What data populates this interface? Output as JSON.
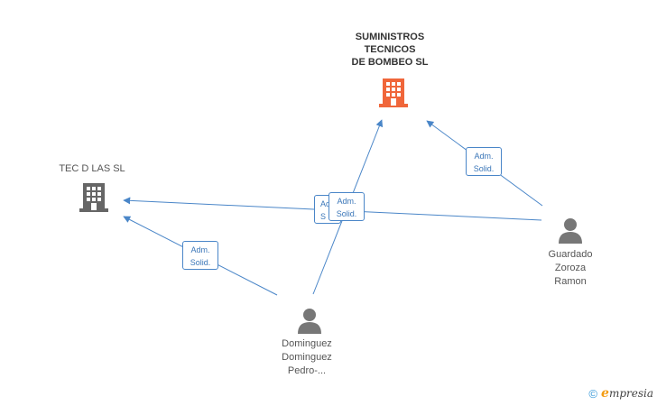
{
  "companies": {
    "main": {
      "name": "SUMINISTROS\nTECNICOS\nDE BOMBEO SL",
      "color": "#f0663a"
    },
    "secondary": {
      "name": "TEC D LAS SL",
      "color": "#666666"
    }
  },
  "persons": {
    "guardado": {
      "name": "Guardado\nZoroza\nRamon"
    },
    "dominguez": {
      "name": "Dominguez\nDominguez\nPedro-..."
    }
  },
  "relations": {
    "role_line1": "Adm.",
    "role_line2": "Solid.",
    "hidden_role_line1": "Adm",
    "hidden_role_line2": "S"
  },
  "footer": {
    "copyright": "©",
    "brand_initial": "e",
    "brand_rest": "mpresia"
  },
  "colors": {
    "edge": "#4a86c8",
    "person": "#777777"
  }
}
